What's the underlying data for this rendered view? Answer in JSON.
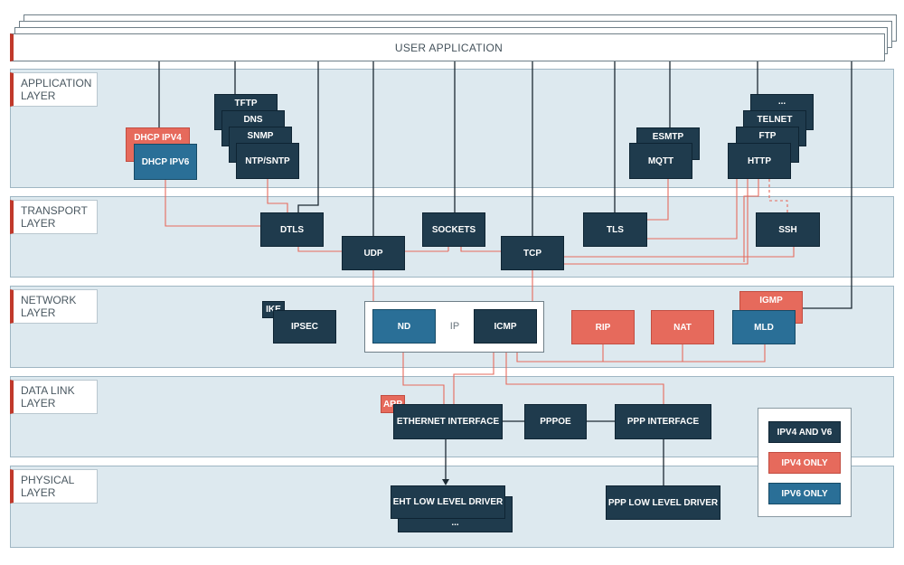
{
  "user_application": "USER APPLICATION",
  "layers": {
    "application": "APPLICATION LAYER",
    "transport": "TRANSPORT LAYER",
    "network": "NETWORK LAYER",
    "datalink": "DATA LINK LAYER",
    "physical": "PHYSICAL LAYER"
  },
  "application": {
    "tftp": "TFTP",
    "dns": "DNS",
    "snmp": "SNMP",
    "ntp": "NTP/SNTP",
    "dhcp4": "DHCP IPV4",
    "dhcp6": "DHCP IPV6",
    "esmtp": "ESMTP",
    "mqtt": "MQTT",
    "dots": "...",
    "telnet": "TELNET",
    "ftp": "FTP",
    "http": "HTTP"
  },
  "transport": {
    "dtls": "DTLS",
    "sockets": "SOCKETS",
    "tls": "TLS",
    "ssh": "SSH",
    "udp": "UDP",
    "tcp": "TCP"
  },
  "network": {
    "ike": "IKE",
    "ipsec": "IPSEC",
    "nd": "ND",
    "ip": "IP",
    "icmp": "ICMP",
    "rip": "RIP",
    "nat": "NAT",
    "igmp": "IGMP",
    "mld": "MLD"
  },
  "datalink": {
    "arp": "ARP",
    "ethernet": "ETHERNET INTERFACE",
    "pppoe": "PPPOE",
    "ppp": "PPP INTERFACE"
  },
  "physical": {
    "eht_driver": "EHT LOW LEVEL DRIVER",
    "dots": "...",
    "ppp_driver": "PPP LOW LEVEL DRIVER"
  },
  "legend": {
    "ipv4v6": "IPV4 AND V6",
    "ipv4": "IPV4 ONLY",
    "ipv6": "IPV6 ONLY"
  },
  "colors": {
    "dark": "#1f3b4d",
    "ipv4_red": "#e66a5c",
    "ipv6_blue": "#2a6f97",
    "band": "#dde9ef"
  }
}
